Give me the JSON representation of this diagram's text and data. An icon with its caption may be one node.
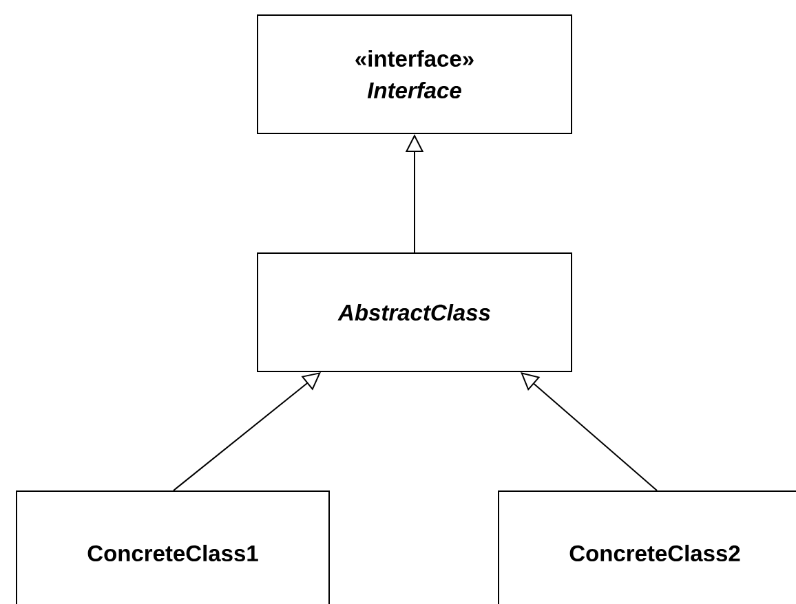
{
  "diagram": {
    "nodes": [
      {
        "text": [
          "«interface»",
          "Interface"
        ]
      },
      {
        "text": [
          "AbstractClass"
        ]
      },
      {
        "text": [
          "ConcreteClass1"
        ]
      },
      {
        "text": [
          "ConcreteClass2"
        ]
      }
    ],
    "edges": [
      {
        "from": 1,
        "to": 0,
        "arrow": "to"
      },
      {
        "from": 2,
        "to": 1,
        "arrow": "to"
      },
      {
        "from": 3,
        "to": 1,
        "arrow": "to"
      }
    ]
  }
}
